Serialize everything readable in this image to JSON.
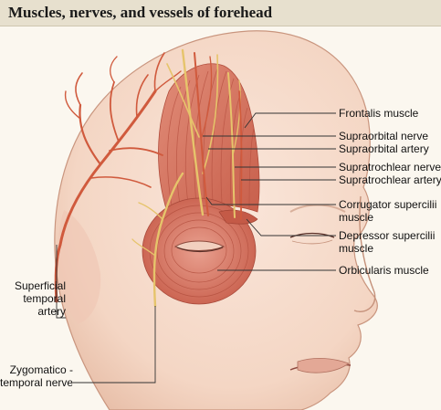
{
  "title": "Muscles, nerves, and vessels of forehead",
  "labels": {
    "frontalis": "Frontalis muscle",
    "supraorbital_nerve": "Supraorbital nerve",
    "supraorbital_artery": "Supraorbital artery",
    "supratrochlear_nerve": "Supratrochlear nerve",
    "supratrochlear_artery": "Supratrochlear artery",
    "corrugator_line1": "Corrugator supercilii",
    "corrugator_line2": "muscle",
    "depressor_line1": "Depressor supercilii",
    "depressor_line2": "muscle",
    "orbicularis": "Orbicularis muscle",
    "sta_line1": "Superficial",
    "sta_line2": "temporal",
    "sta_line3": "artery",
    "zt_line1": "Zygomatico -",
    "zt_line2": "temporal nerve"
  },
  "colors": {
    "background": "#fbf7ef",
    "title_bar": "#e7e0ce",
    "skin": "#f6dccd",
    "skin_shadow": "#e8bfa9",
    "muscle": "#d77b67",
    "muscle_fibre": "#b95443",
    "artery": "#d05a3d",
    "nerve": "#e6c46b",
    "leader": "#333333"
  }
}
